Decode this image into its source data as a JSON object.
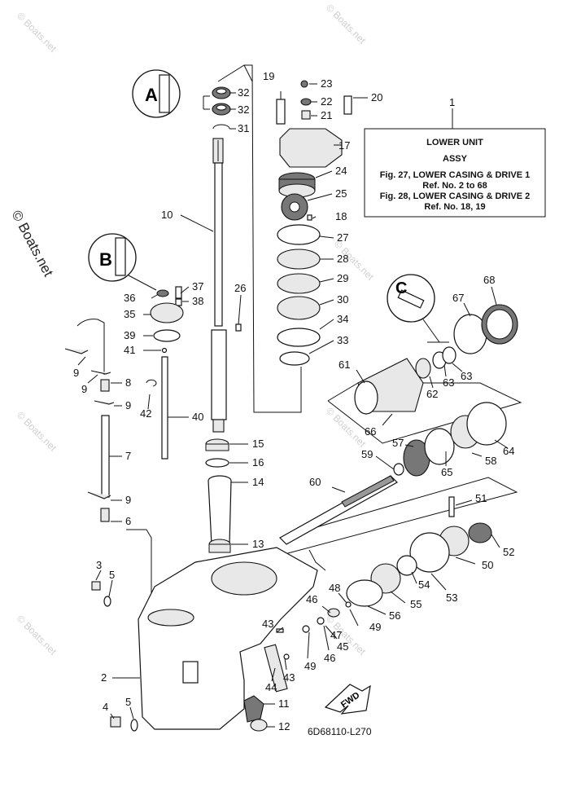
{
  "watermark": "© Boats.net",
  "side_watermark": "© Boats.net",
  "info_box": {
    "ref_number": "1",
    "title_line1": "LOWER UNIT",
    "title_line2": "ASSY",
    "line3": "Fig. 27, LOWER CASING & DRIVE 1",
    "line4": "Ref. No. 2 to 68",
    "line5": "Fig. 28, LOWER CASING & DRIVE 2",
    "line6": "Ref. No. 18, 19"
  },
  "fwd_label": "FWD",
  "diagram_code": "6D68110-L270",
  "callouts": {
    "c2": "2",
    "c3": "3",
    "c4": "4",
    "c5a": "5",
    "c5b": "5",
    "c6": "6",
    "c7": "7",
    "c8": "8",
    "c9a": "9",
    "c9b": "9",
    "c9c": "9",
    "c9d": "9",
    "c10": "10",
    "c11": "11",
    "c12": "12",
    "c13": "13",
    "c14": "14",
    "c15": "15",
    "c16": "16",
    "c17": "17",
    "c18": "18",
    "c19": "19",
    "c20": "20",
    "c21": "21",
    "c22": "22",
    "c23": "23",
    "c24": "24",
    "c25": "25",
    "c26": "26",
    "c27": "27",
    "c28": "28",
    "c29": "29",
    "c30": "30",
    "c31": "31",
    "c32a": "32",
    "c32b": "32",
    "c33": "33",
    "c34": "34",
    "c35": "35",
    "c36": "36",
    "c37": "37",
    "c38": "38",
    "c39": "39",
    "c40": "40",
    "c41": "41",
    "c42": "42",
    "c43a": "43",
    "c43b": "43",
    "c44": "44",
    "c45": "45",
    "c46a": "46",
    "c46b": "46",
    "c47": "47",
    "c48": "48",
    "c49a": "49",
    "c49b": "49",
    "c50": "50",
    "c51": "51",
    "c52": "52",
    "c53": "53",
    "c54": "54",
    "c55": "55",
    "c56": "56",
    "c57": "57",
    "c58": "58",
    "c59": "59",
    "c60": "60",
    "c61": "61",
    "c62": "62",
    "c63a": "63",
    "c63b": "63",
    "c64": "64",
    "c65": "65",
    "c66": "66",
    "c67": "67",
    "c68": "68"
  },
  "icon_labels": {
    "lubricant_a": "A",
    "lubricant_b": "B",
    "lubricant_c": "C"
  }
}
